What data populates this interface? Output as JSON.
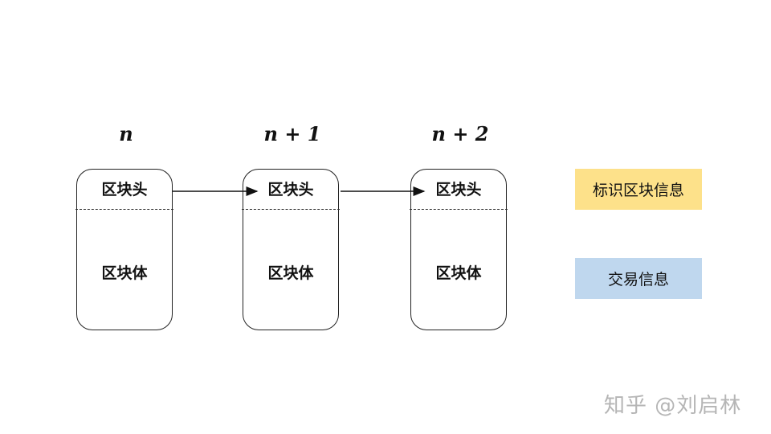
{
  "blocks": [
    {
      "index_label": "n",
      "header": "区块头",
      "body": "区块体"
    },
    {
      "index_label": "n + 1",
      "header": "区块头",
      "body": "区块体"
    },
    {
      "index_label": "n + 2",
      "header": "区块头",
      "body": "区块体"
    }
  ],
  "legend": {
    "header_info": "标识区块信息",
    "body_info": "交易信息"
  },
  "colors": {
    "header_legend": "#fde18a",
    "body_legend": "#bfd7ee"
  },
  "watermark": "知乎 @刘启林"
}
